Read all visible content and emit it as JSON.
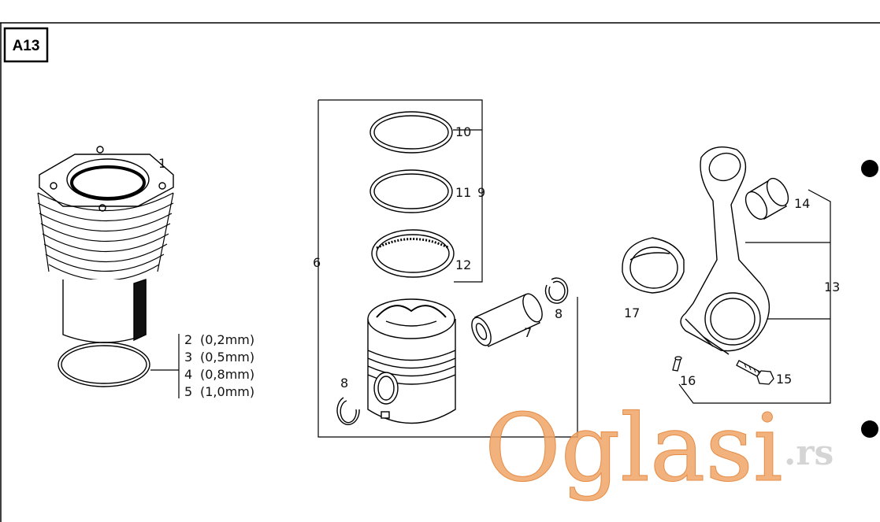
{
  "page": {
    "code": "A13"
  },
  "callouts": {
    "cylinder": "1",
    "piston_assembly": "6",
    "piston_pin": "7",
    "circlip_right": "8",
    "circlip_left": "8",
    "ring_set": "9",
    "ring_top": "10",
    "ring_middle": "11",
    "ring_oil": "12",
    "conrod_assembly": "13",
    "small_end_bush": "14",
    "conrod_bolt": "15",
    "dowel": "16",
    "bearing_shell": "17"
  },
  "shims": [
    {
      "num": "2",
      "thickness": "(0,2mm)"
    },
    {
      "num": "3",
      "thickness": "(0,5mm)"
    },
    {
      "num": "4",
      "thickness": "(0,8mm)"
    },
    {
      "num": "5",
      "thickness": "(1,0mm)"
    }
  ],
  "watermark": {
    "brand": "Oglasi",
    "tld": ".rs",
    "color": "#f0a566"
  }
}
